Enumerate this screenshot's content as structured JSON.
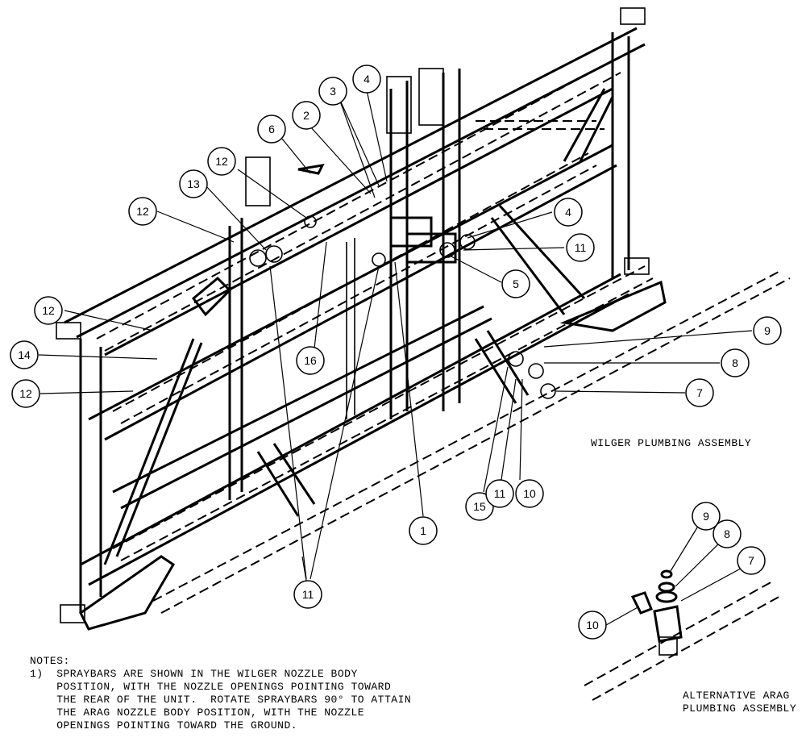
{
  "callouts_main": [
    {
      "id": "callout-12a",
      "label": "12"
    },
    {
      "id": "callout-6",
      "label": "6"
    },
    {
      "id": "callout-2",
      "label": "2"
    },
    {
      "id": "callout-3",
      "label": "3"
    },
    {
      "id": "callout-4a",
      "label": "4"
    },
    {
      "id": "callout-13",
      "label": "13"
    },
    {
      "id": "callout-12b",
      "label": "12"
    },
    {
      "id": "callout-4b",
      "label": "4"
    },
    {
      "id": "callout-11a",
      "label": "11"
    },
    {
      "id": "callout-5",
      "label": "5"
    },
    {
      "id": "callout-12c",
      "label": "12"
    },
    {
      "id": "callout-14",
      "label": "14"
    },
    {
      "id": "callout-16",
      "label": "16"
    },
    {
      "id": "callout-12d",
      "label": "12"
    },
    {
      "id": "callout-9a",
      "label": "9"
    },
    {
      "id": "callout-8a",
      "label": "8"
    },
    {
      "id": "callout-7a",
      "label": "7"
    },
    {
      "id": "callout-15",
      "label": "15"
    },
    {
      "id": "callout-11b",
      "label": "11"
    },
    {
      "id": "callout-10a",
      "label": "10"
    },
    {
      "id": "callout-1",
      "label": "1"
    },
    {
      "id": "callout-11c",
      "label": "11"
    }
  ],
  "callouts_arag": [
    {
      "id": "callout-9b",
      "label": "9"
    },
    {
      "id": "callout-8b",
      "label": "8"
    },
    {
      "id": "callout-7b",
      "label": "7"
    },
    {
      "id": "callout-10b",
      "label": "10"
    }
  ],
  "labels": {
    "wilger": "WILGER PLUMBING ASSEMBLY",
    "arag_line1": "ALTERNATIVE ARAG",
    "arag_line2": "PLUMBING ASSEMBLY"
  },
  "notes": {
    "heading": "NOTES:",
    "lines": [
      "1)  SPRAYBARS ARE SHOWN IN THE WILGER NOZZLE BODY",
      "    POSITION, WITH THE NOZZLE OPENINGS POINTING TOWARD",
      "    THE REAR OF THE UNIT.  ROTATE SPRAYBARS 90° TO ATTAIN",
      "    THE ARAG NOZZLE BODY POSITION, WITH THE NOZZLE",
      "    OPENINGS POINTING TOWARD THE GROUND."
    ]
  }
}
